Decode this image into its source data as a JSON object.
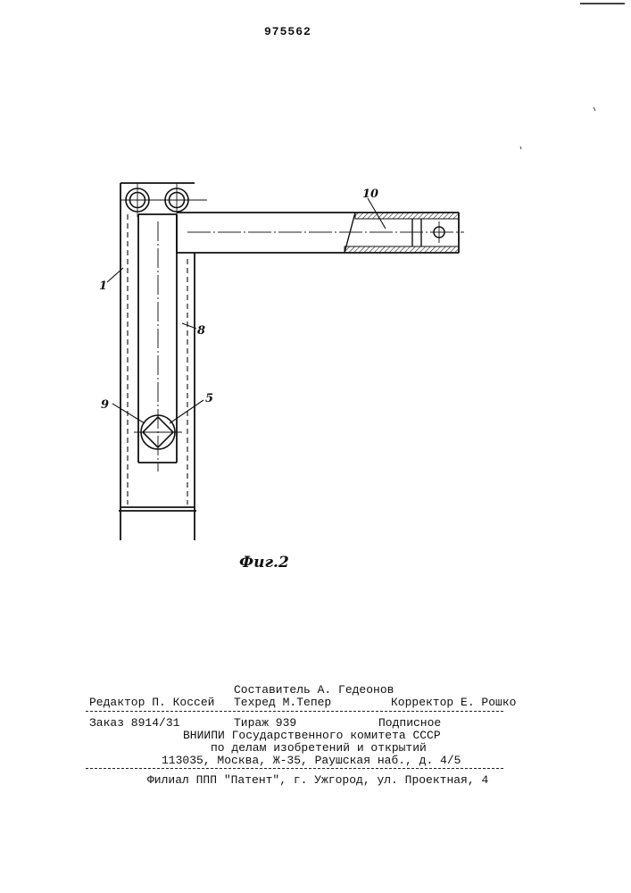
{
  "header": {
    "patent_number": "975562"
  },
  "figure": {
    "caption": "Фиг.2",
    "labels": {
      "l1": "1",
      "l8": "8",
      "l9": "9",
      "l5": "5",
      "l10": "10"
    }
  },
  "footer": {
    "compiler": "Составитель А. Гедеонов",
    "editor": "Редактор П. Коссей",
    "techred": "Техред М.Тепер",
    "corrector": "Корректор Е. Рошко",
    "order": "Заказ 8914/31",
    "circulation": "Тираж 939",
    "subscription": "Подписное",
    "org_line1": "ВНИИПИ Государственного комитета СССР",
    "org_line2": "по делам изобретений и открытий",
    "address": "113035, Москва, Ж-35, Раушская наб., д. 4/5",
    "branch": "Филиал ППП \"Патент\", г. Ужгород, ул. Проектная, 4"
  }
}
